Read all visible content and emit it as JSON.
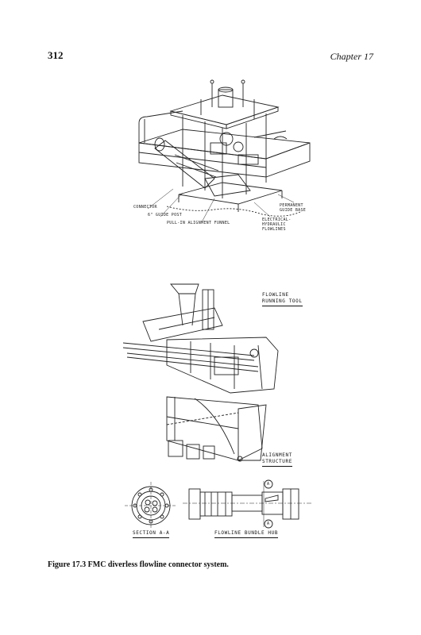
{
  "header": {
    "page_number": "312",
    "chapter": "Chapter 17"
  },
  "figure_top": {
    "labels": {
      "connector": "CONNECTOR",
      "guide_post": "6\" GUIDE POST",
      "pull_in": "PULL-IN ALIGNMENT FUNNEL",
      "permanent_guide_base": "PERMANENT GUIDE BASE",
      "electrical_hydraulic": "ELECTRICAL-HYDRAULIC FLOWLINES"
    }
  },
  "figure_bottom": {
    "labels": {
      "flowline_running_tool": [
        "FLOWLINE",
        "RUNNING TOOL"
      ],
      "alignment_structure": [
        "ALIGNMENT",
        "STRUCTURE"
      ],
      "section": "SECTION A-A",
      "hub": "FLOWLINE BUNDLE HUB",
      "marker": "A"
    }
  },
  "caption": "Figure 17.3 FMC diverless flowline connector system."
}
